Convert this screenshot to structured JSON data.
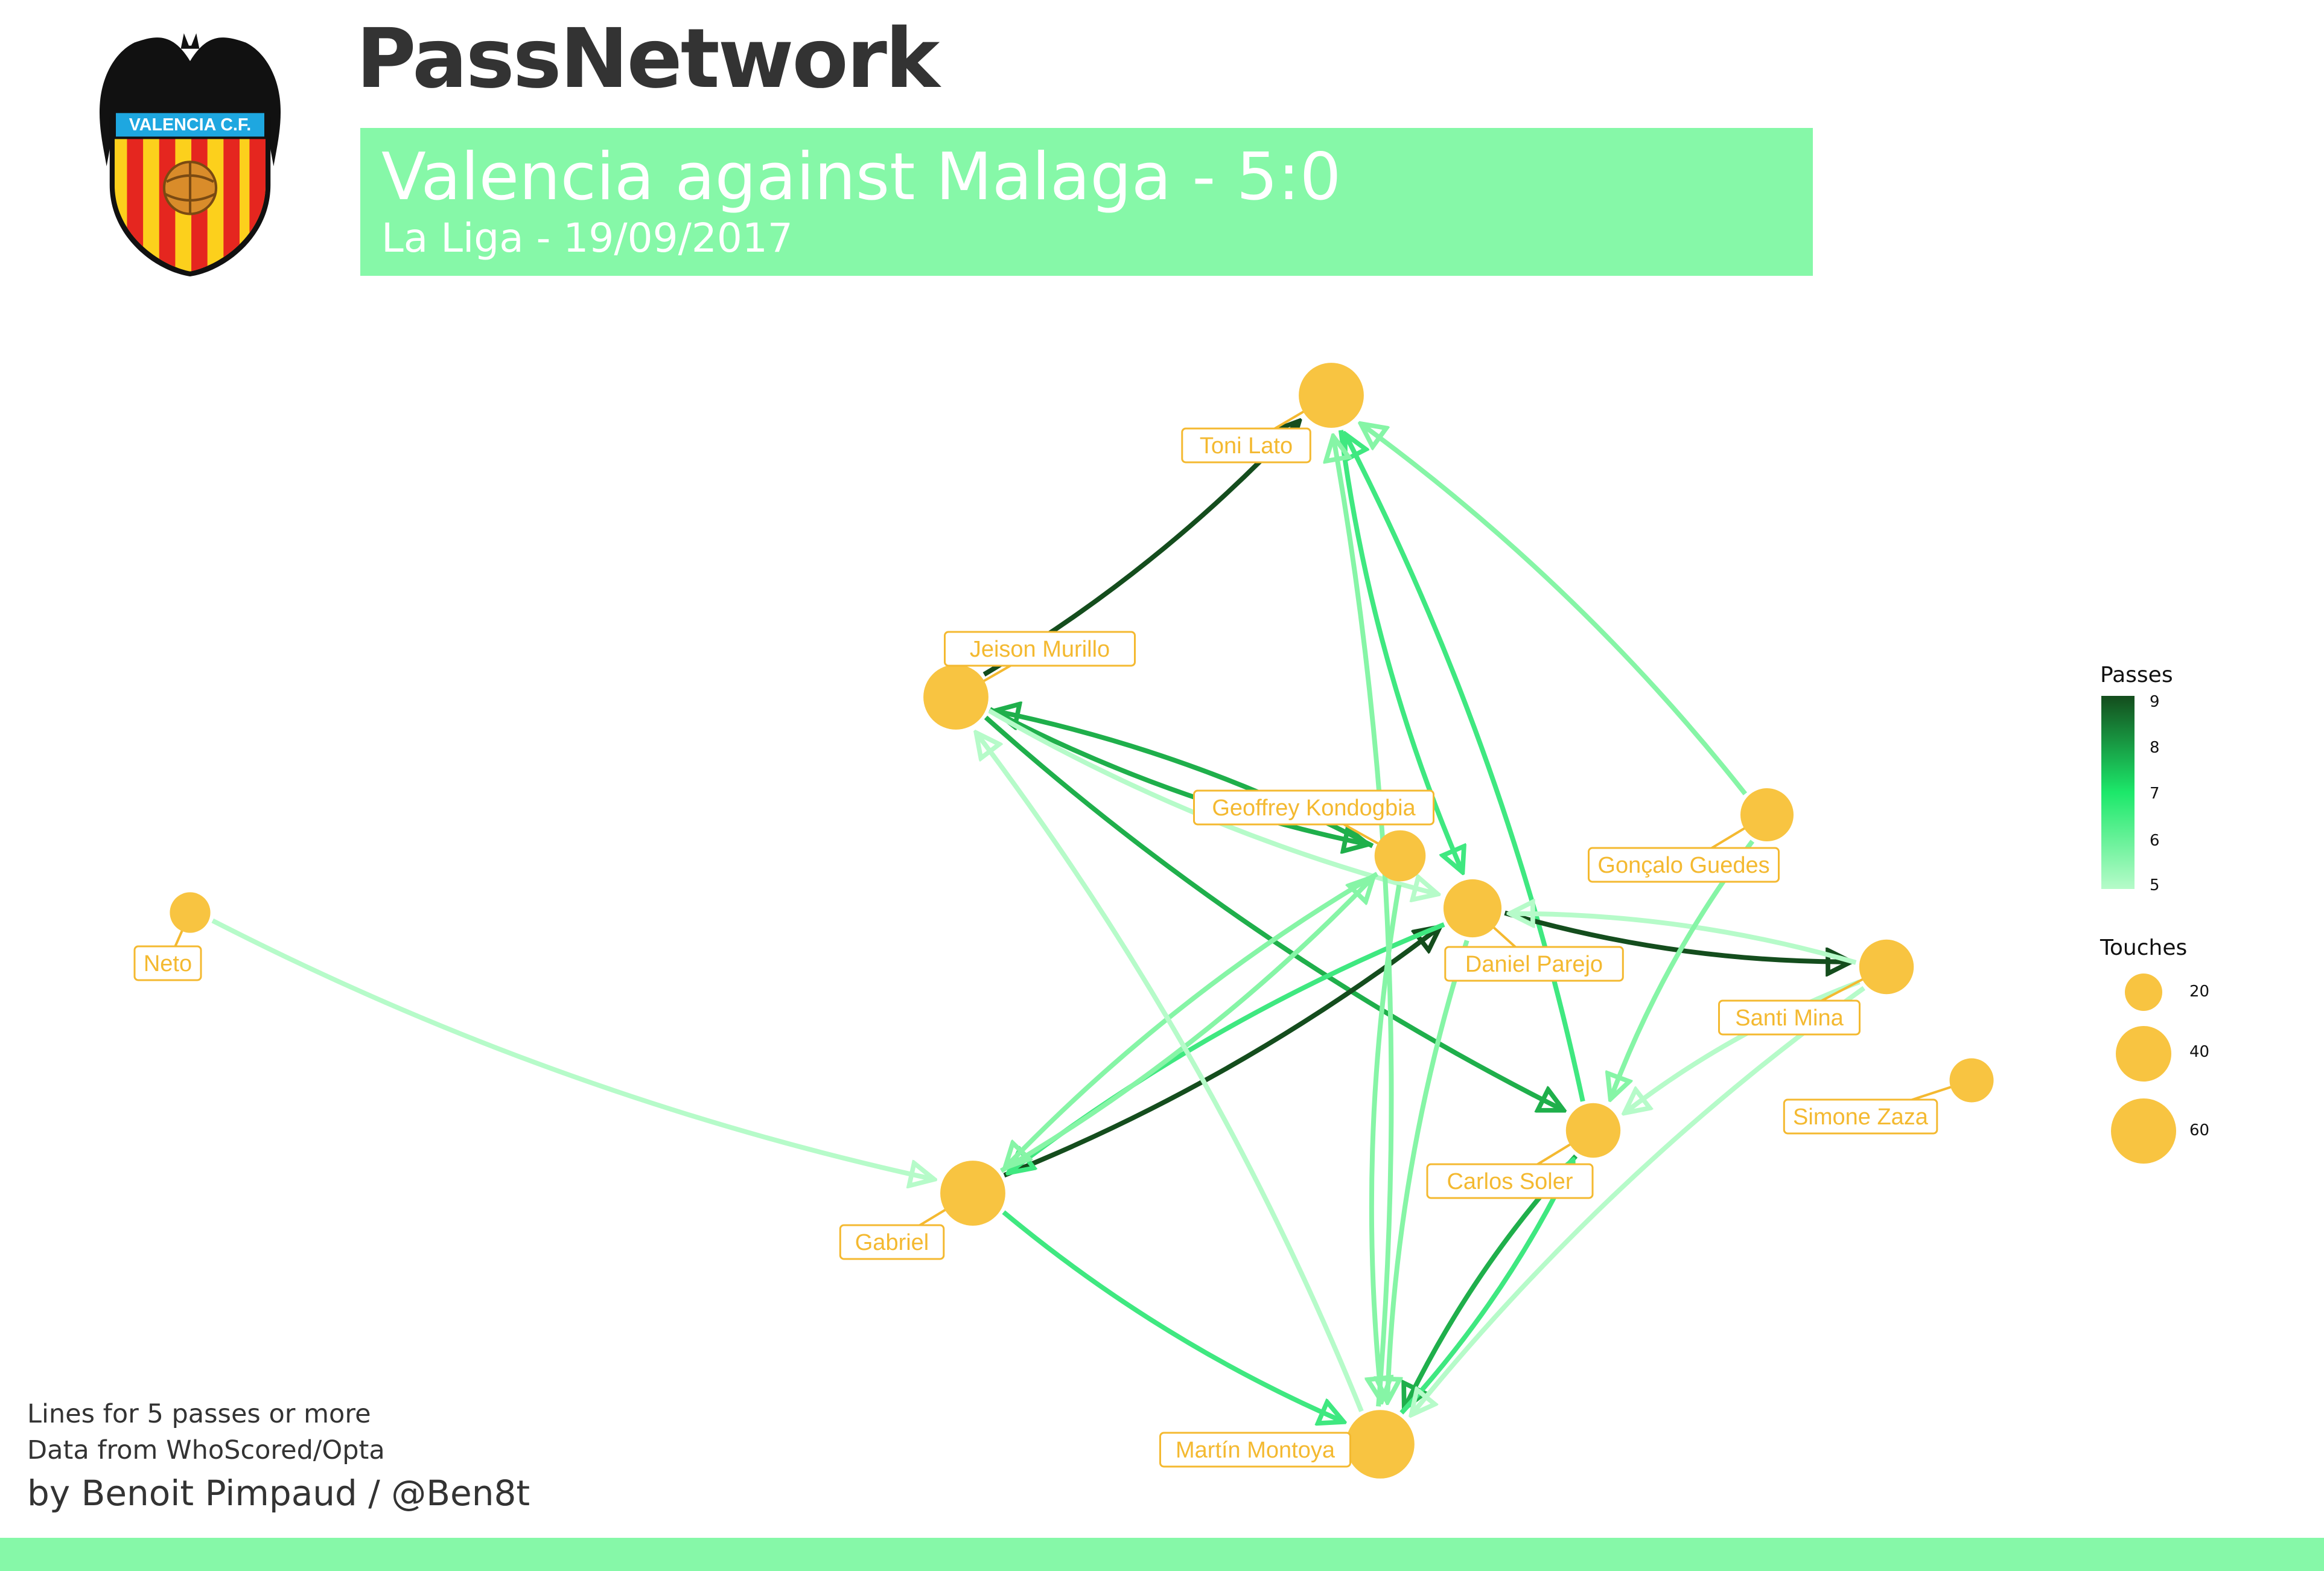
{
  "header": {
    "title": "PassNetwork",
    "match": "Valencia against Malaga - 5:0",
    "competition": "La Liga - 19/09/2017"
  },
  "logo": {
    "text": "VALENCIA C.F.",
    "icon": "valencia-cf-crest"
  },
  "footer": {
    "note_lines": "Lines for 5 passes or more",
    "note_data": "Data from WhoScored/Opta",
    "author": "by Benoit Pimpaud / @Ben8t"
  },
  "legend": {
    "passes_title": "Passes",
    "passes_ticks": [
      "9",
      "8",
      "7",
      "6",
      "5"
    ],
    "touches_title": "Touches",
    "touches_ticks": [
      "20",
      "40",
      "60"
    ]
  },
  "colors": {
    "node": "#f8c441",
    "label_text": "#f4b930",
    "accent": "#86f8a8",
    "pass_5": "#b6fbc9",
    "pass_6": "#86f5a6",
    "pass_7": "#3fe880",
    "pass_8": "#1faf4b",
    "pass_9": "#144d1d"
  },
  "players": [
    {
      "id": "lato",
      "name": "Toni Lato",
      "touches": 55
    },
    {
      "id": "murillo",
      "name": "Jeison Murillo",
      "touches": 55
    },
    {
      "id": "kondogbia",
      "name": "Geoffrey Kondogbia",
      "touches": 35
    },
    {
      "id": "parejo",
      "name": "Daniel Parejo",
      "touches": 45
    },
    {
      "id": "guedes",
      "name": "Gonçalo Guedes",
      "touches": 38
    },
    {
      "id": "mina",
      "name": "Santi Mina",
      "touches": 40
    },
    {
      "id": "zaza",
      "name": "Simone Zaza",
      "touches": 25
    },
    {
      "id": "neto",
      "name": "Neto",
      "touches": 20
    },
    {
      "id": "gabriel",
      "name": "Gabriel",
      "touches": 55
    },
    {
      "id": "soler",
      "name": "Carlos Soler",
      "touches": 40
    },
    {
      "id": "montoya",
      "name": "Martín Montoya",
      "touches": 60
    }
  ],
  "passes": [
    {
      "from": "murillo",
      "to": "lato",
      "count": 9
    },
    {
      "from": "murillo",
      "to": "kondogbia",
      "count": 8
    },
    {
      "from": "kondogbia",
      "to": "murillo",
      "count": 8
    },
    {
      "from": "murillo",
      "to": "parejo",
      "count": 5
    },
    {
      "from": "murillo",
      "to": "soler",
      "count": 8
    },
    {
      "from": "lato",
      "to": "parejo",
      "count": 7
    },
    {
      "from": "soler",
      "to": "lato",
      "count": 7
    },
    {
      "from": "guedes",
      "to": "lato",
      "count": 6
    },
    {
      "from": "parejo",
      "to": "mina",
      "count": 9
    },
    {
      "from": "mina",
      "to": "parejo",
      "count": 5
    },
    {
      "from": "gabriel",
      "to": "parejo",
      "count": 9
    },
    {
      "from": "parejo",
      "to": "gabriel",
      "count": 7
    },
    {
      "from": "gabriel",
      "to": "kondogbia",
      "count": 6
    },
    {
      "from": "kondogbia",
      "to": "gabriel",
      "count": 6
    },
    {
      "from": "neto",
      "to": "gabriel",
      "count": 5
    },
    {
      "from": "gabriel",
      "to": "montoya",
      "count": 7
    },
    {
      "from": "montoya",
      "to": "murillo",
      "count": 5
    },
    {
      "from": "kondogbia",
      "to": "montoya",
      "count": 6
    },
    {
      "from": "parejo",
      "to": "montoya",
      "count": 6
    },
    {
      "from": "soler",
      "to": "montoya",
      "count": 8
    },
    {
      "from": "montoya",
      "to": "soler",
      "count": 7
    },
    {
      "from": "mina",
      "to": "montoya",
      "count": 5
    },
    {
      "from": "guedes",
      "to": "soler",
      "count": 6
    },
    {
      "from": "mina",
      "to": "soler",
      "count": 5
    },
    {
      "from": "montoya",
      "to": "lato",
      "count": 6
    }
  ]
}
